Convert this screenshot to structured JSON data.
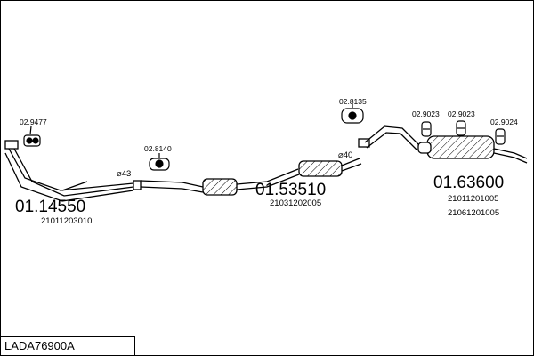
{
  "title": "LADA76900A",
  "parts": {
    "front": {
      "number": "01.14550",
      "oem": "21011203010"
    },
    "middle": {
      "number": "01.53510",
      "oem": "21031202005"
    },
    "rear": {
      "number": "01.63600",
      "oem_1": "21011201005",
      "oem_2": "21061201005"
    }
  },
  "diameters": {
    "d1": "⌀43",
    "d2": "⌀40"
  },
  "fittings": {
    "f1": "02.9477",
    "f2": "02.8140",
    "f3": "02.8135",
    "f4": "02.9023",
    "f5": "02.9023",
    "f6": "02.9024"
  }
}
